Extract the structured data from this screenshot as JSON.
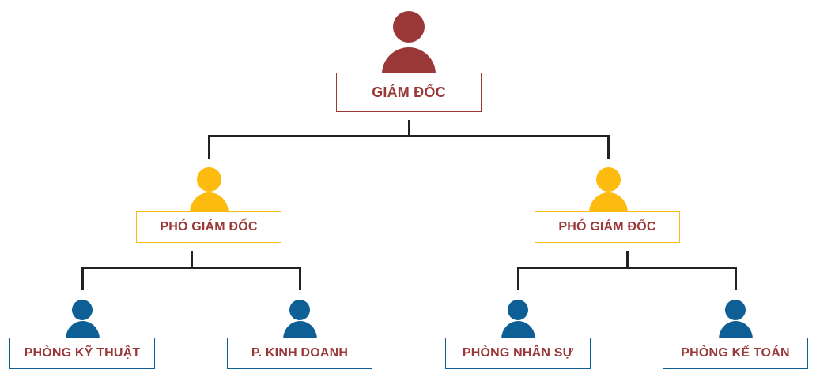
{
  "title": "Org chart",
  "colors": {
    "director": "#9a3838",
    "deputy": "#fdbb0f",
    "department": "#0f5f97",
    "label_text": "#9a3838",
    "connector": "#222222"
  },
  "nodes": {
    "director": {
      "label": "GIÁM ĐỐC",
      "icon": "person-icon"
    },
    "deputy_left": {
      "label": "PHÓ GIÁM ĐỐC",
      "icon": "person-icon"
    },
    "deputy_right": {
      "label": "PHÓ GIÁM ĐỐC",
      "icon": "person-icon"
    },
    "dept_technical": {
      "label": "PHÒNG KỸ THUẬT",
      "icon": "person-icon"
    },
    "dept_sales": {
      "label": "P. KINH DOANH",
      "icon": "person-icon"
    },
    "dept_hr": {
      "label": "PHÒNG NHÂN SỰ",
      "icon": "person-icon"
    },
    "dept_accounting": {
      "label": "PHÒNG KẾ TOÁN",
      "icon": "person-icon"
    }
  },
  "edges": [
    [
      "director",
      "deputy_left"
    ],
    [
      "director",
      "deputy_right"
    ],
    [
      "deputy_left",
      "dept_technical"
    ],
    [
      "deputy_left",
      "dept_sales"
    ],
    [
      "deputy_right",
      "dept_hr"
    ],
    [
      "deputy_right",
      "dept_accounting"
    ]
  ]
}
